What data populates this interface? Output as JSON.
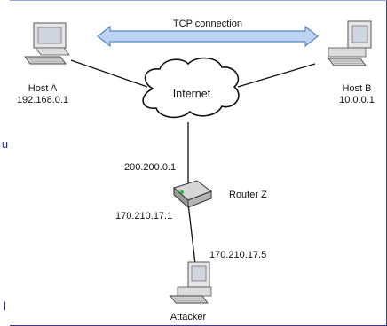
{
  "tcp_label": "TCP connection",
  "cloud_label": "Internet",
  "host_a": {
    "name": "Host A",
    "ip": "192.168.0.1"
  },
  "host_b": {
    "name": "Host B",
    "ip": "10.0.0.1"
  },
  "router": {
    "name": "Router Z",
    "ip_top": "200.200.0.1",
    "ip_bottom": "170.210.17.1"
  },
  "attacker": {
    "name": "Attacker",
    "ip": "170.210.17.5"
  },
  "side_glyphs": {
    "top": "u",
    "bottom": "l"
  },
  "colors": {
    "arrow_fill": "#bcd4f2",
    "arrow_stroke": "#5a86c0",
    "frame": "#3a3a9a"
  }
}
